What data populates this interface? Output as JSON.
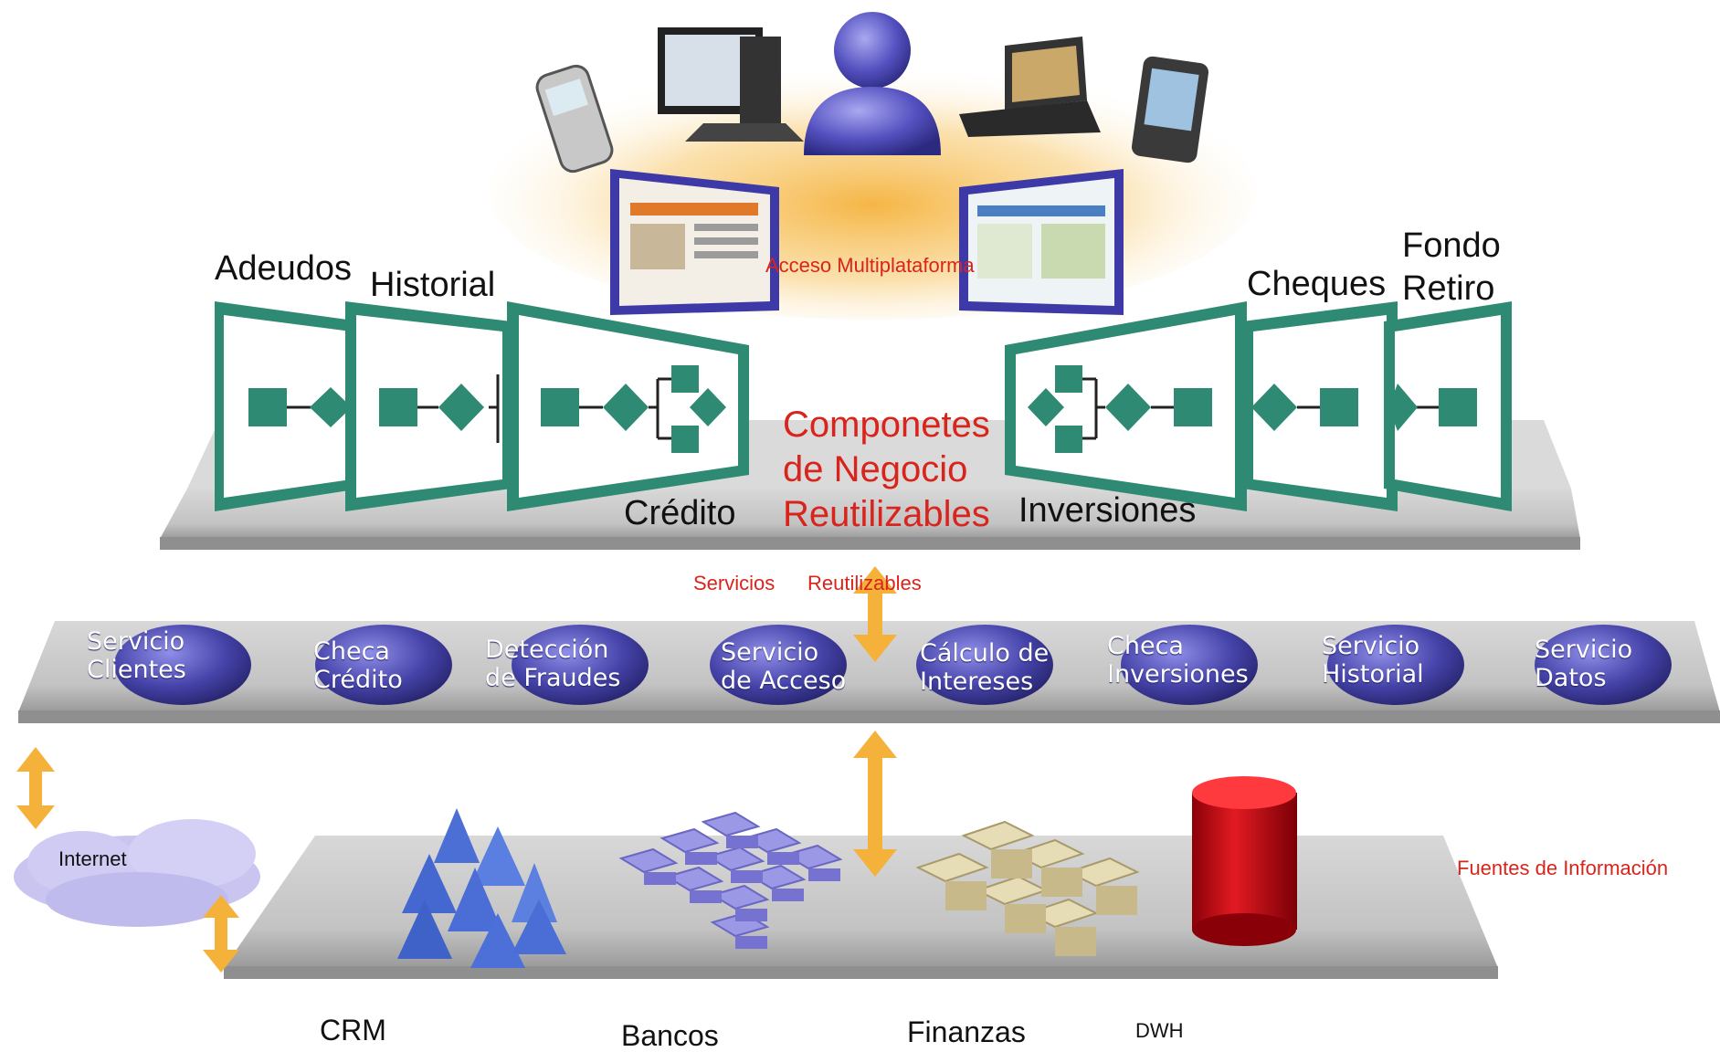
{
  "top": {
    "access_label": "Acceso Multiplataforma"
  },
  "components": {
    "center_label": [
      "Componetes",
      "de Negocio",
      "Reutilizables"
    ],
    "left": [
      {
        "label": "Adeudos"
      },
      {
        "label": "Historial"
      },
      {
        "label": "Crédito"
      }
    ],
    "right": [
      {
        "label": "Inversiones"
      },
      {
        "label": "Cheques"
      },
      {
        "label_line1": "Fondo",
        "label_line2": "Retiro"
      }
    ]
  },
  "services_bar": {
    "label_1": "Servicios",
    "label_2": "Reutilizables",
    "items": [
      {
        "line1": "Servicio",
        "line2": "Clientes"
      },
      {
        "line1": "Checa",
        "line2": "Crédito"
      },
      {
        "line1": "Detección",
        "line2": "de Fraudes"
      },
      {
        "line1": "Servicio",
        "line2": "de Acceso"
      },
      {
        "line1": "Cálculo de",
        "line2": "Intereses"
      },
      {
        "line1": "Checa",
        "line2": "Inversiones"
      },
      {
        "line1": "Servicio",
        "line2": "Historial"
      },
      {
        "line1": "Servicio",
        "line2": "Datos"
      }
    ]
  },
  "sources": {
    "title": "Fuentes de Información",
    "internet": "Internet",
    "items": [
      "CRM",
      "Bancos",
      "Finanzas",
      "DWH"
    ]
  },
  "colors": {
    "accent_red": "#d9241c",
    "service_disc": "#3f3d9e",
    "process_green": "#2e8a72",
    "arrow_orange": "#f4b23a",
    "platform_grey": "#c9c9c9",
    "database_red": "#c0101a"
  },
  "icons": [
    "user-icon",
    "mobile-phone-icon",
    "desktop-computer-icon",
    "laptop-icon",
    "pda-icon",
    "browser-window-icon",
    "pyramids-icon",
    "cubes-icon",
    "blocks-icon",
    "database-icon",
    "cloud-icon"
  ]
}
